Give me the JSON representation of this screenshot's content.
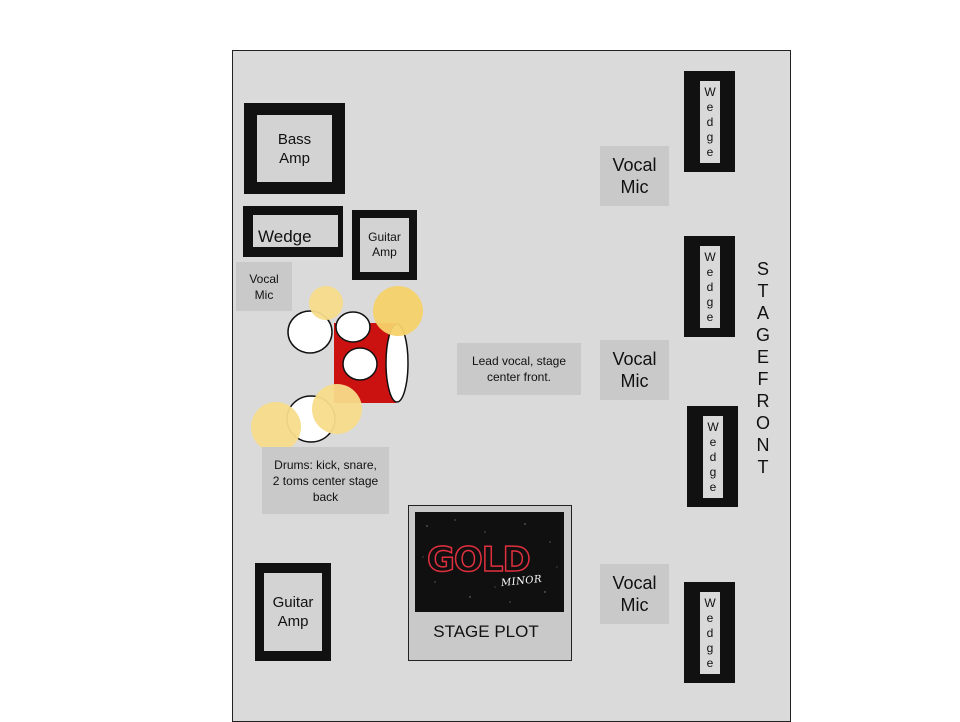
{
  "labels": {
    "bass_amp": "Bass Amp",
    "wedge_left": "Wedge",
    "guitar_amp_upper": "Guitar Amp",
    "vocal_mic_drums": "Vocal Mic",
    "guitar_amp_lower": "Guitar Amp",
    "vocal_mic_top": "Vocal Mic",
    "vocal_mic_mid": "Vocal Mic",
    "vocal_mic_bottom": "Vocal Mic",
    "wedge_vertical": "Wedge",
    "lead_vocal_note": "Lead vocal, stage center front.",
    "drums_note": "Drums: kick, snare, 2 toms center stage back",
    "stage_front": "STAGEFRONT",
    "stage_plot_caption": "STAGE PLOT"
  },
  "logo": {
    "title": "GOLD",
    "subtitle": "Minor"
  },
  "colors": {
    "stage": "#dadada",
    "boxes": "#c9c9c9",
    "kick_drum": "#cc1111",
    "cymbal": "#f7dc8a",
    "logo_red": "#e0303f"
  }
}
